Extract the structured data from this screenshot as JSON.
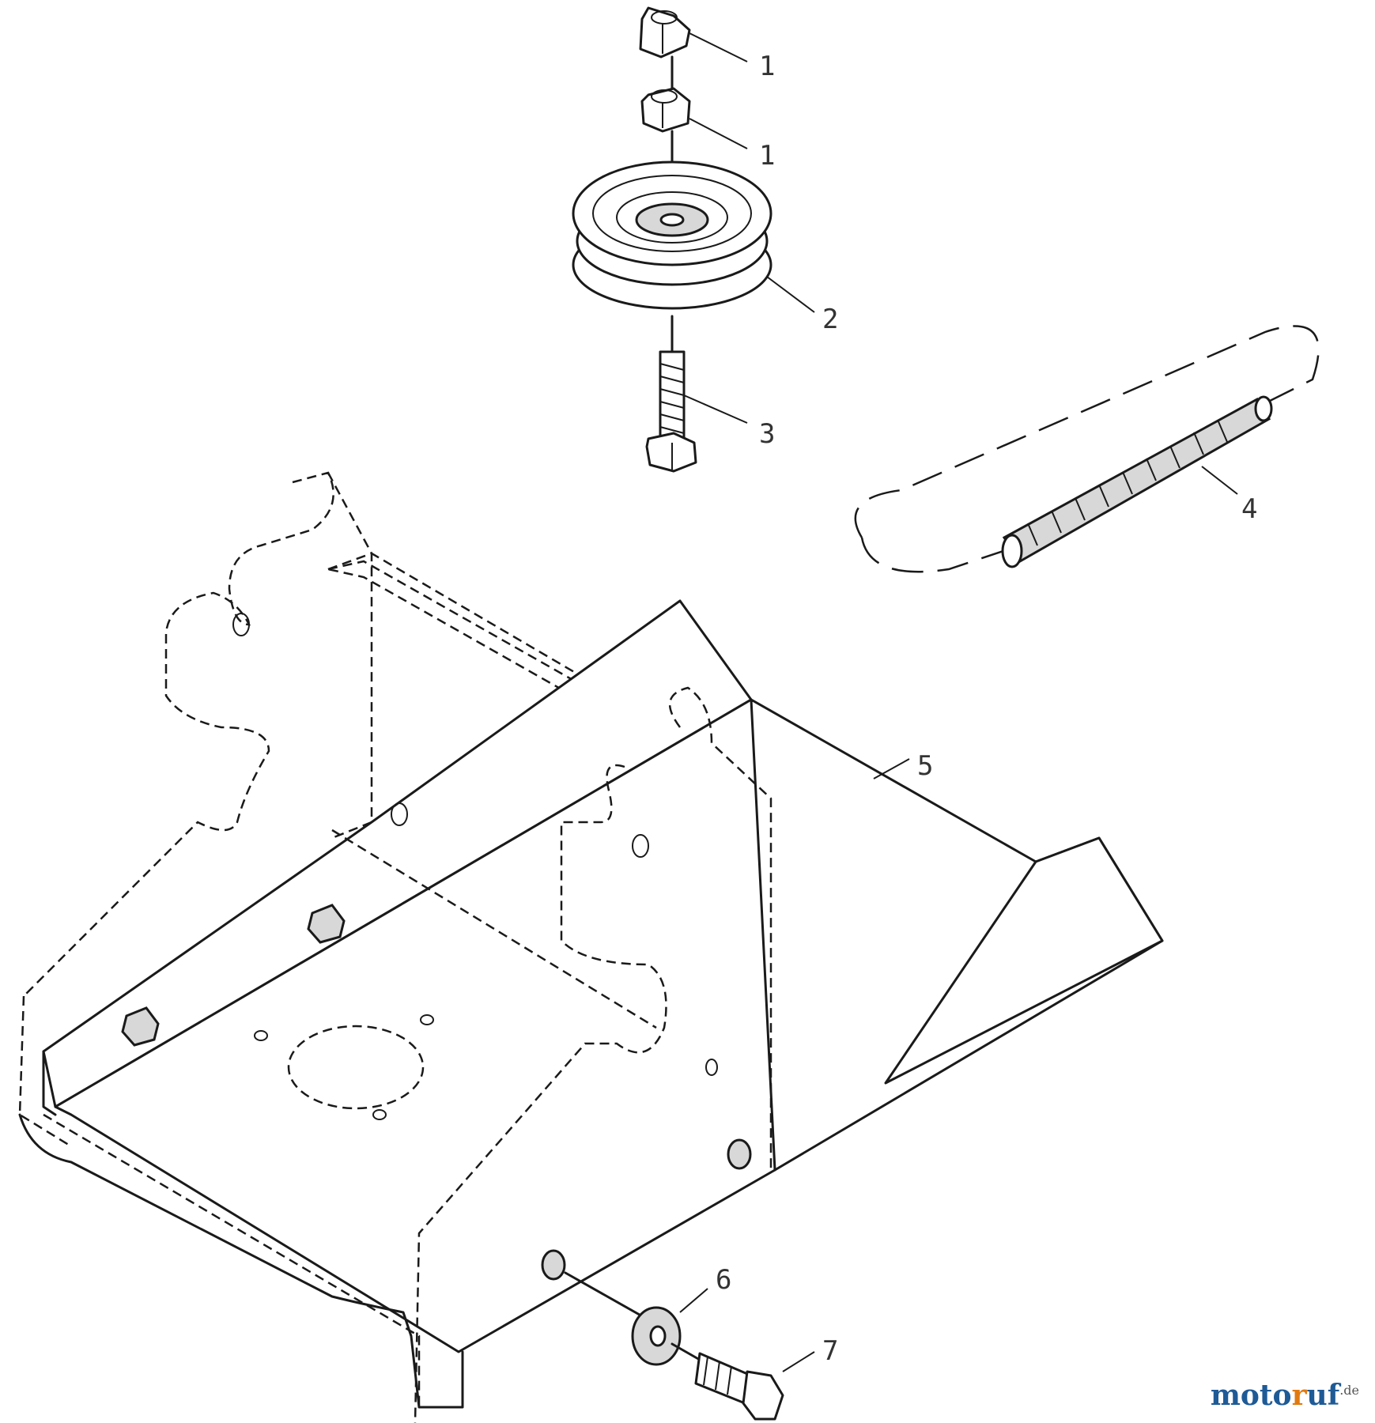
{
  "callouts": [
    {
      "id": "c1a",
      "text": "1"
    },
    {
      "id": "c1b",
      "text": "1"
    },
    {
      "id": "c2",
      "text": "2"
    },
    {
      "id": "c3",
      "text": "3"
    },
    {
      "id": "c4",
      "text": "4"
    },
    {
      "id": "c5",
      "text": "5"
    },
    {
      "id": "c6",
      "text": "6"
    },
    {
      "id": "c7",
      "text": "7"
    }
  ],
  "watermark": {
    "prefix": "moto",
    "accent": "r",
    "suffix": "uf",
    "tld": ".de"
  },
  "colors": {
    "line": "#1a1a1a",
    "label": "#333333",
    "watermark_blue": "#1e5a96",
    "watermark_orange": "#e07a10"
  }
}
